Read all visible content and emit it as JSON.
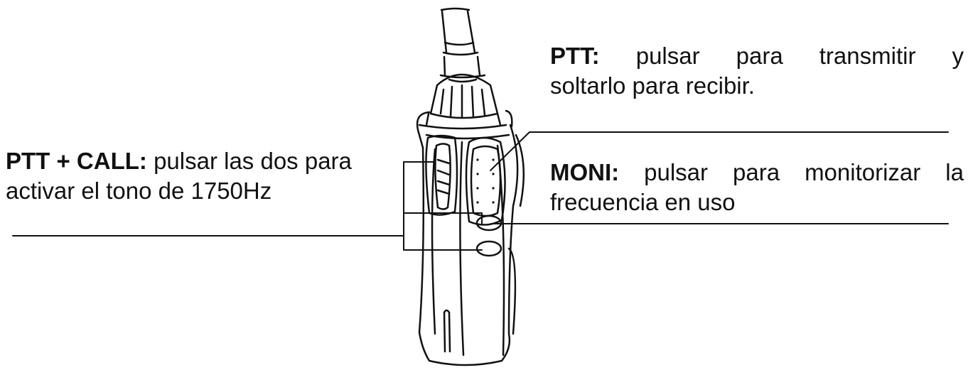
{
  "callouts": {
    "ptt": {
      "title": "PTT:",
      "words_line1": [
        "pulsar",
        "para",
        "transmitir",
        "y"
      ],
      "line2": "soltarlo para recibir."
    },
    "moni": {
      "title": "MONI:",
      "words_line1": [
        "pulsar",
        "para",
        "monitorizar",
        "la"
      ],
      "line2": "frecuencia en uso"
    },
    "ptt_call": {
      "title": "PTT + CALL:",
      "line1_rest": " pulsar las dos para",
      "line2": "activar el tono de 1750Hz"
    }
  },
  "colors": {
    "ink": "#111111",
    "background": "#ffffff"
  },
  "icons": [
    "radio-illustration"
  ]
}
